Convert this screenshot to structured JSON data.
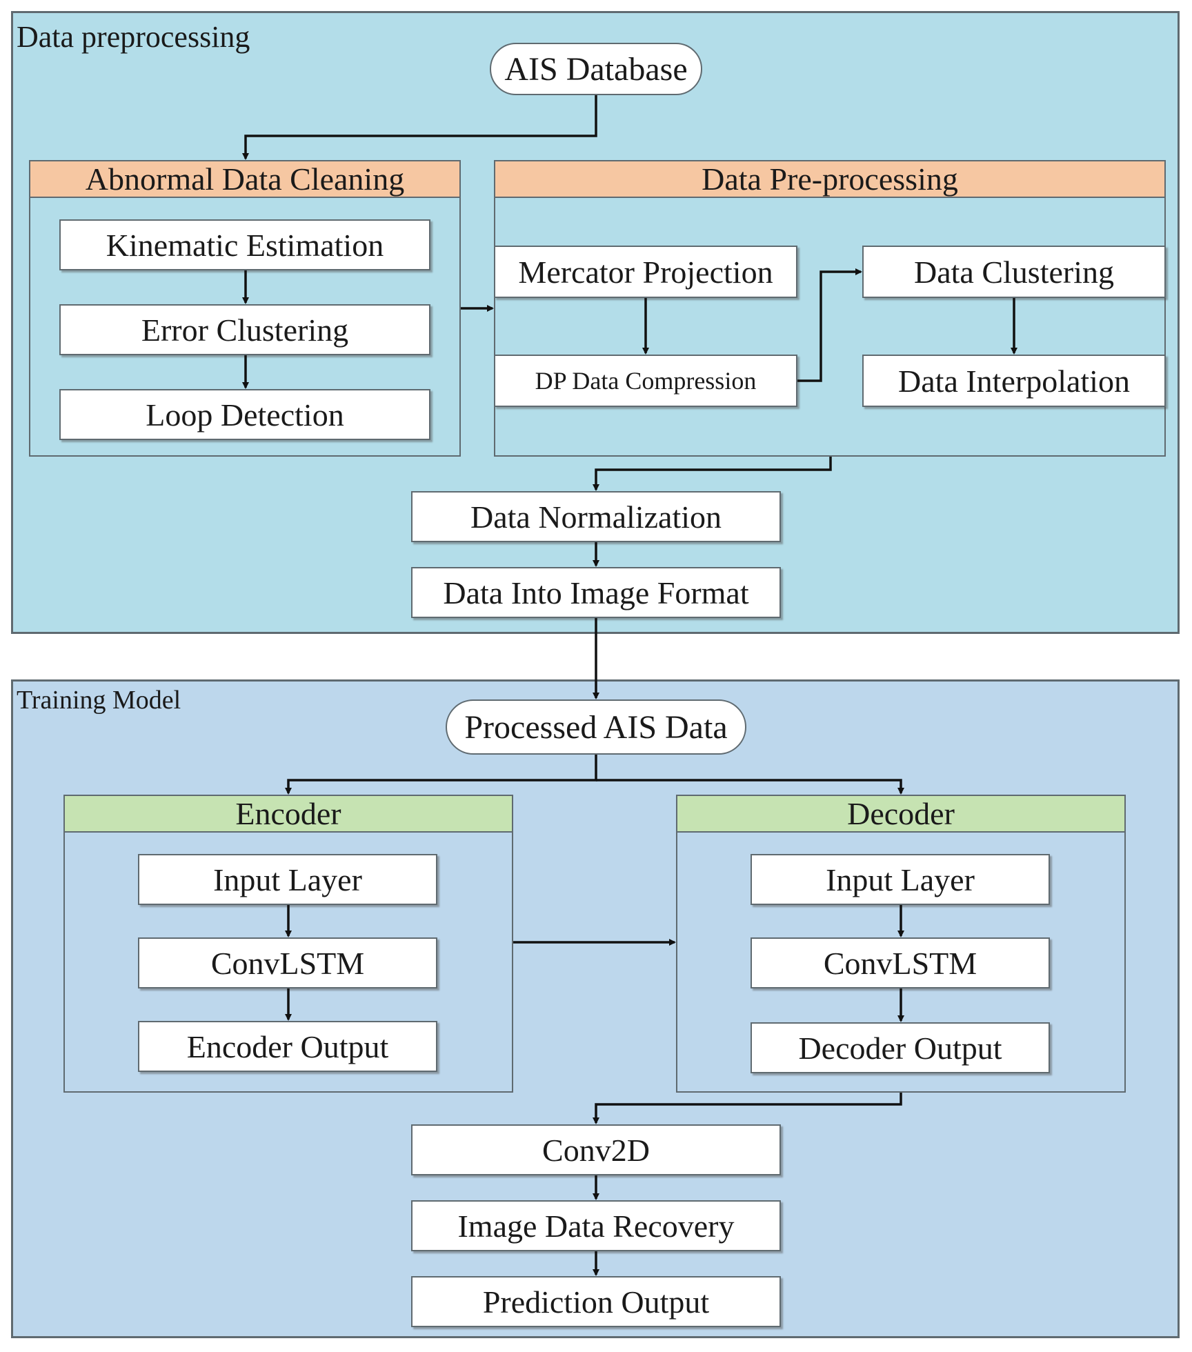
{
  "data_preprocessing": {
    "title": "Data preprocessing",
    "source": "AIS Database",
    "abnormal_cleaning": {
      "title": "Abnormal Data Cleaning",
      "steps": [
        "Kinematic Estimation",
        "Error Clustering",
        "Loop Detection"
      ]
    },
    "pre_processing": {
      "title": "Data Pre-processing",
      "mercator": "Mercator Projection",
      "dp_compression": "DP Data Compression",
      "clustering": "Data Clustering",
      "interpolation": "Data Interpolation"
    },
    "normalization": "Data Normalization",
    "image_format": "Data Into Image Format"
  },
  "training_model": {
    "title": "Training Model",
    "source": "Processed AIS Data",
    "encoder": {
      "title": "Encoder",
      "steps": [
        "Input Layer",
        "ConvLSTM",
        "Encoder Output"
      ]
    },
    "decoder": {
      "title": "Decoder",
      "steps": [
        "Input Layer",
        "ConvLSTM",
        "Decoder Output"
      ]
    },
    "conv2d": "Conv2D",
    "recovery": "Image Data Recovery",
    "prediction": "Prediction Output"
  },
  "colors": {
    "preprocessing_bg": "#b3dde9",
    "training_bg": "#bdd7ec",
    "cleaning_header": "#f6c7a2",
    "encoder_header": "#c6e3b2"
  }
}
